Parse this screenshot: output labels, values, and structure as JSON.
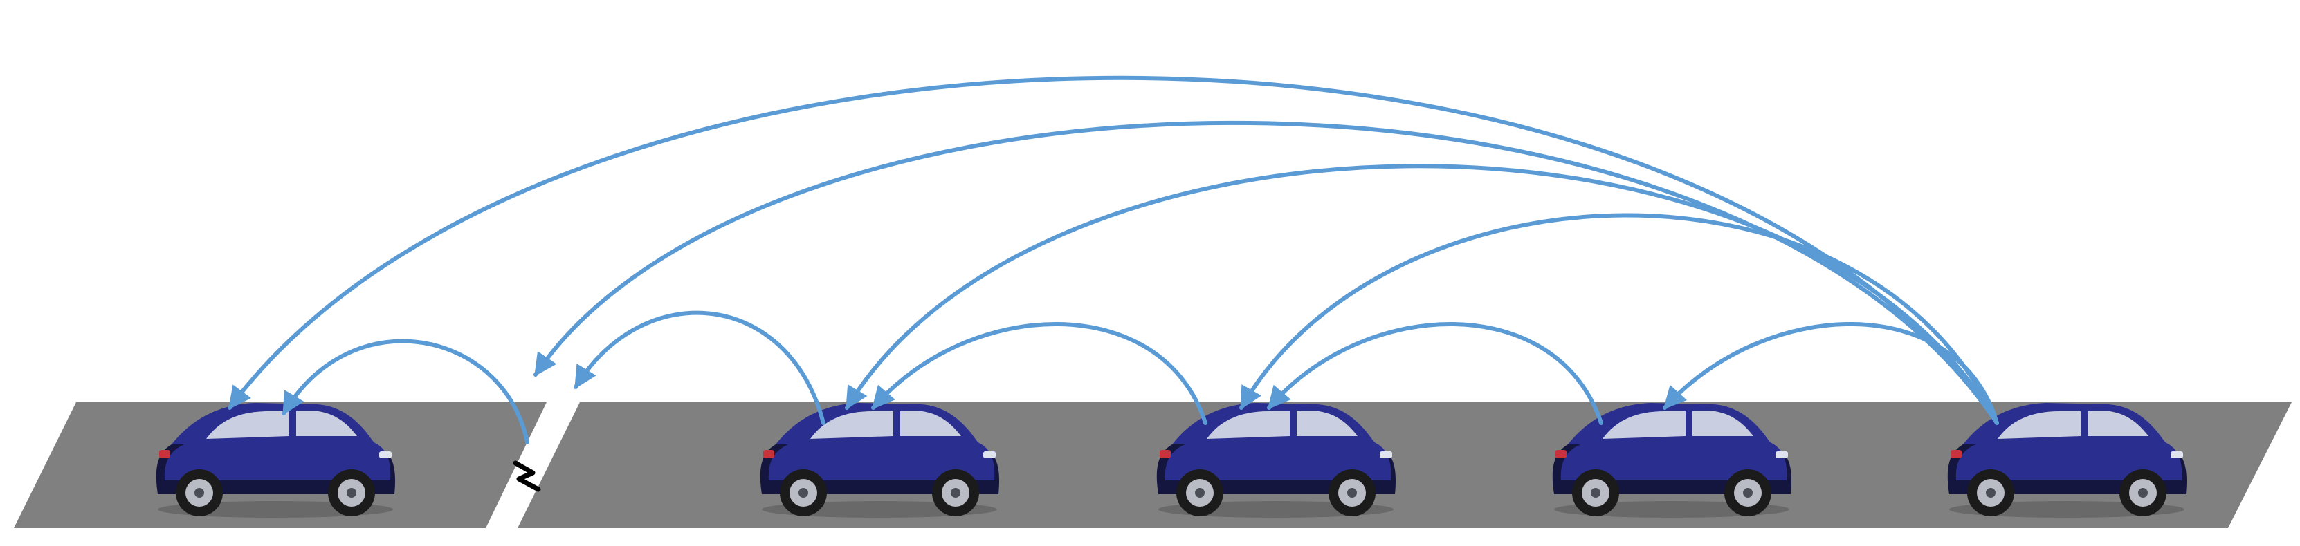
{
  "colors": {
    "road": "#808080",
    "arrow": "#5b9bd5",
    "car_body": "#2a2f8f",
    "car_dark": "#141640",
    "window": "#c9cfe0",
    "tire": "#1b1b1b",
    "rim": "#b9bcc4",
    "break_mark": "#000000",
    "background": "#ffffff"
  },
  "icons": {
    "vehicle": "car-icon",
    "link_break": "break-icon",
    "communication": "arrow-icon"
  },
  "vehicles": [
    {
      "id": "car-1"
    },
    {
      "id": "car-2"
    },
    {
      "id": "car-3"
    },
    {
      "id": "car-4"
    },
    {
      "id": "car-5"
    }
  ],
  "links": [
    {
      "from": "gap",
      "to": "car-1",
      "kind": "short"
    },
    {
      "from": "car-2",
      "to": "gap",
      "kind": "short"
    },
    {
      "from": "car-3",
      "to": "car-2",
      "kind": "short"
    },
    {
      "from": "car-4",
      "to": "car-3",
      "kind": "short"
    },
    {
      "from": "car-5",
      "to": "car-4",
      "kind": "short"
    },
    {
      "from": "car-5",
      "to": "car-3",
      "kind": "long"
    },
    {
      "from": "car-5",
      "to": "car-2",
      "kind": "long"
    },
    {
      "from": "car-5",
      "to": "gap",
      "kind": "long"
    },
    {
      "from": "car-5",
      "to": "car-1",
      "kind": "long"
    }
  ]
}
